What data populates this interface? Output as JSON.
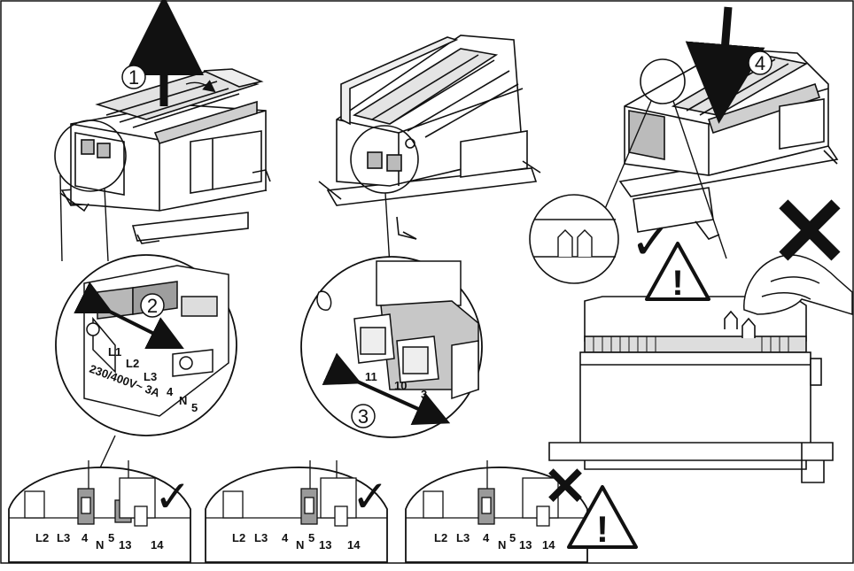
{
  "steps": [
    "1",
    "2",
    "3",
    "4"
  ],
  "terminal_labels": {
    "zoom_left": [
      "L1",
      "L2",
      "L3",
      "4",
      "N",
      "5"
    ],
    "zoom_left_rating": "230/400V~ 3A",
    "zoom_middle": [
      "11",
      "10",
      "3"
    ],
    "detail": [
      "L2",
      "L3",
      "4",
      "N",
      "5",
      "13",
      "14"
    ]
  },
  "marks": {
    "correct": "✓",
    "wrong": "✕",
    "warning": "!"
  },
  "colors": {
    "line": "#111111",
    "fill_light": "#dcdcdc",
    "fill_mid": "#b4b4b4",
    "fill_dark": "#7a7a7a"
  }
}
